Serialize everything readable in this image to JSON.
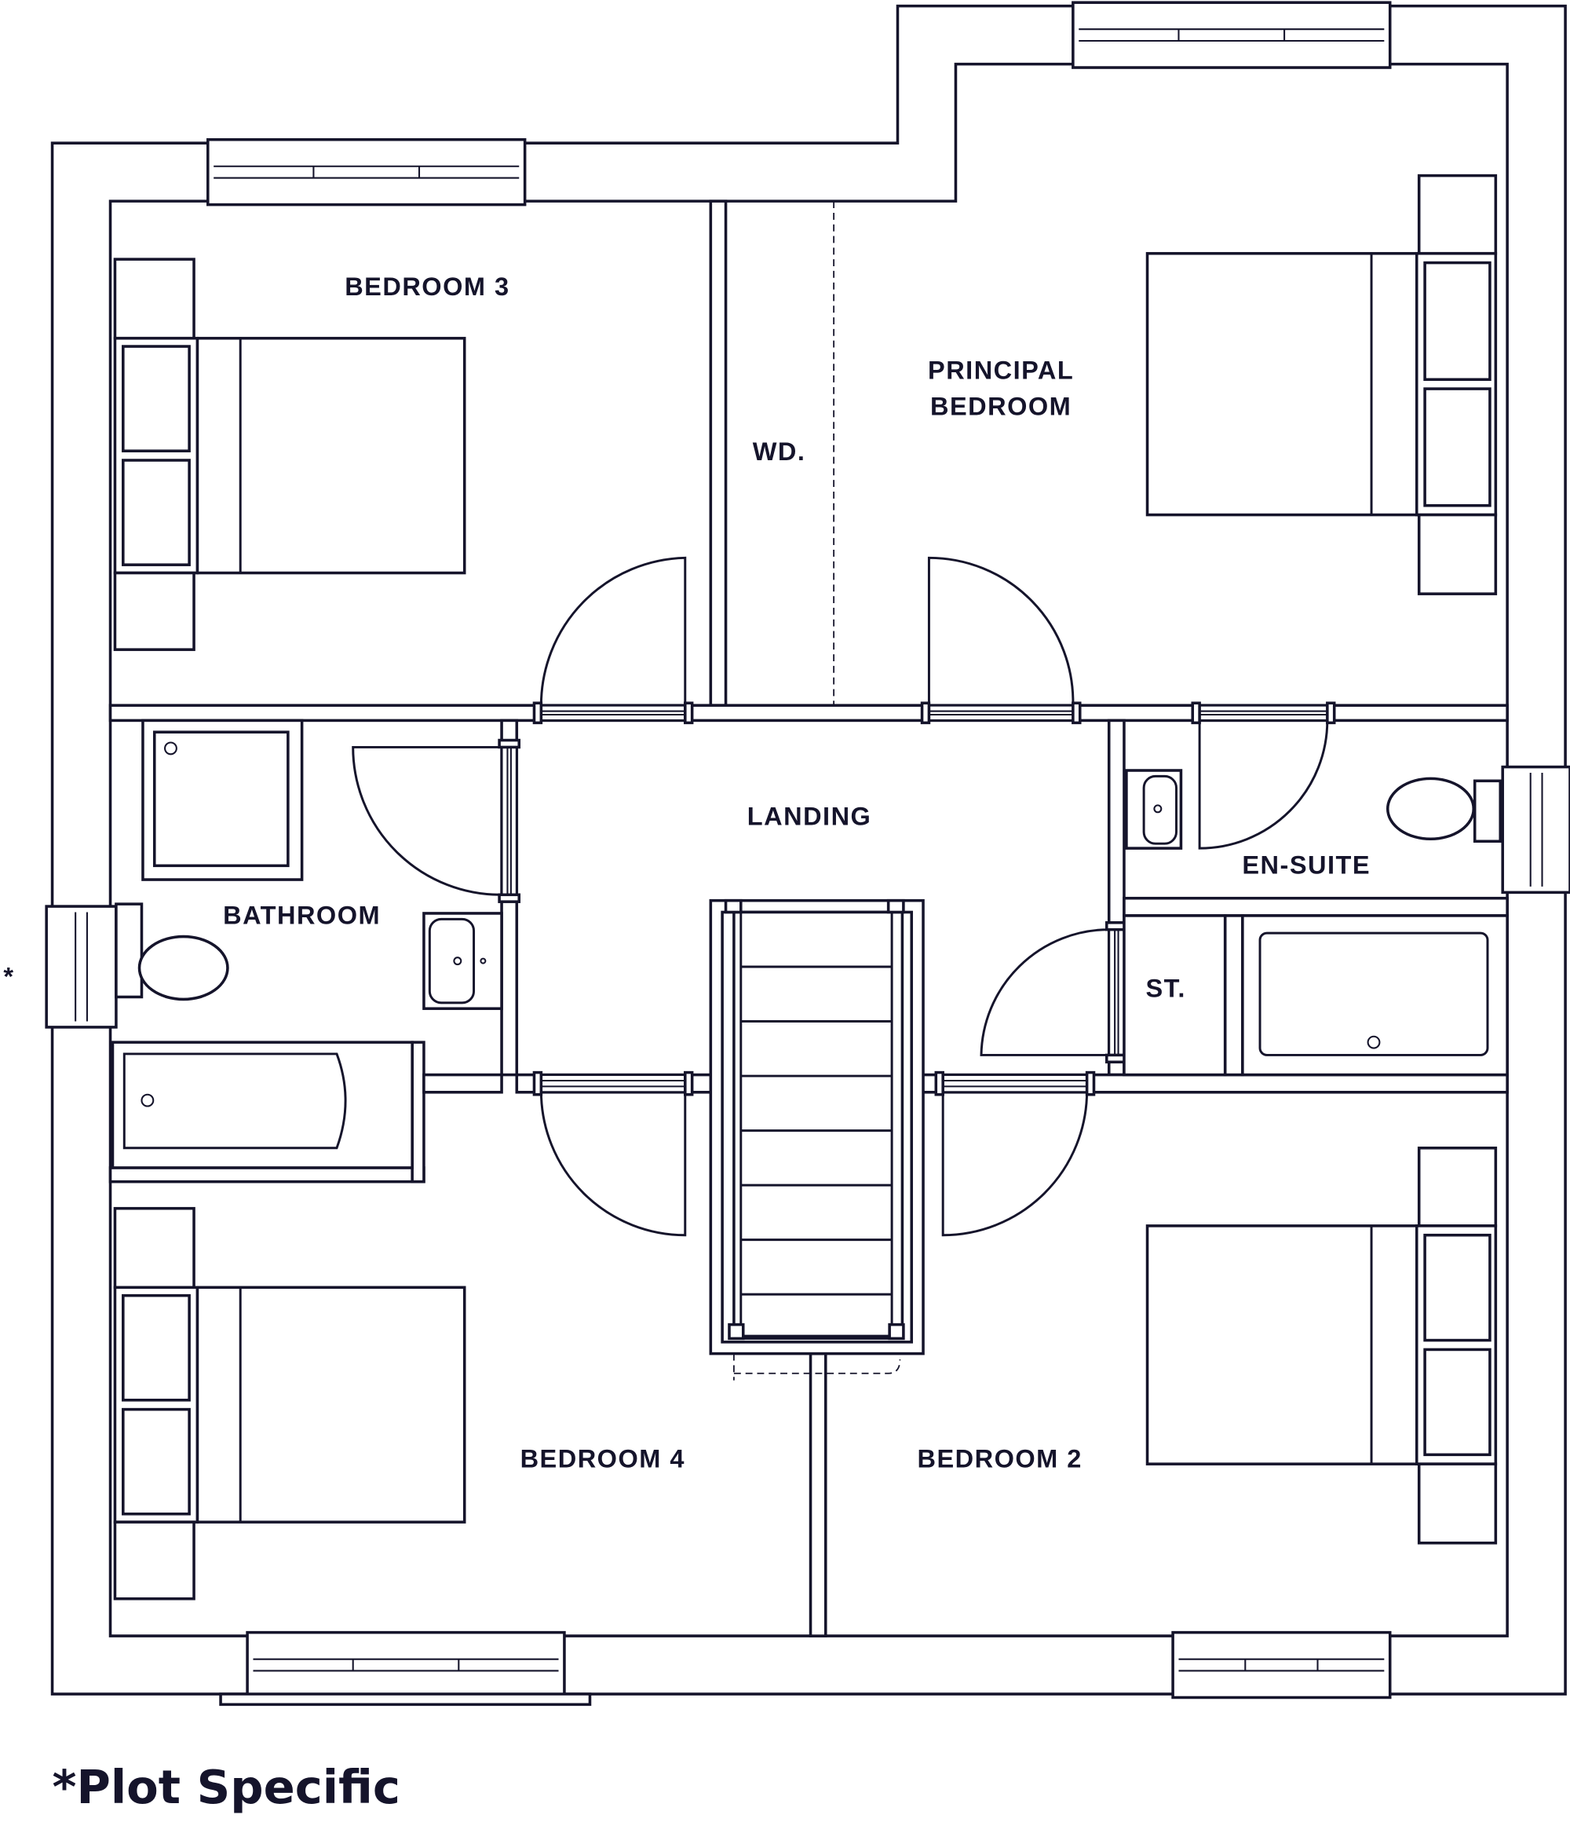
{
  "colors": {
    "line": "#15142b",
    "background": "#ffffff"
  },
  "rooms": {
    "bedroom3": "BEDROOM 3",
    "principal_line1": "PRINCIPAL",
    "principal_line2": "BEDROOM",
    "wardrobe": "WD.",
    "landing": "LANDING",
    "bathroom": "BATHROOM",
    "ensuite": "EN-SUITE",
    "store": "ST.",
    "bedroom4": "BEDROOM 4",
    "bedroom2": "BEDROOM 2"
  },
  "asterisk_mark": "*",
  "footnote": "*Plot Specific"
}
